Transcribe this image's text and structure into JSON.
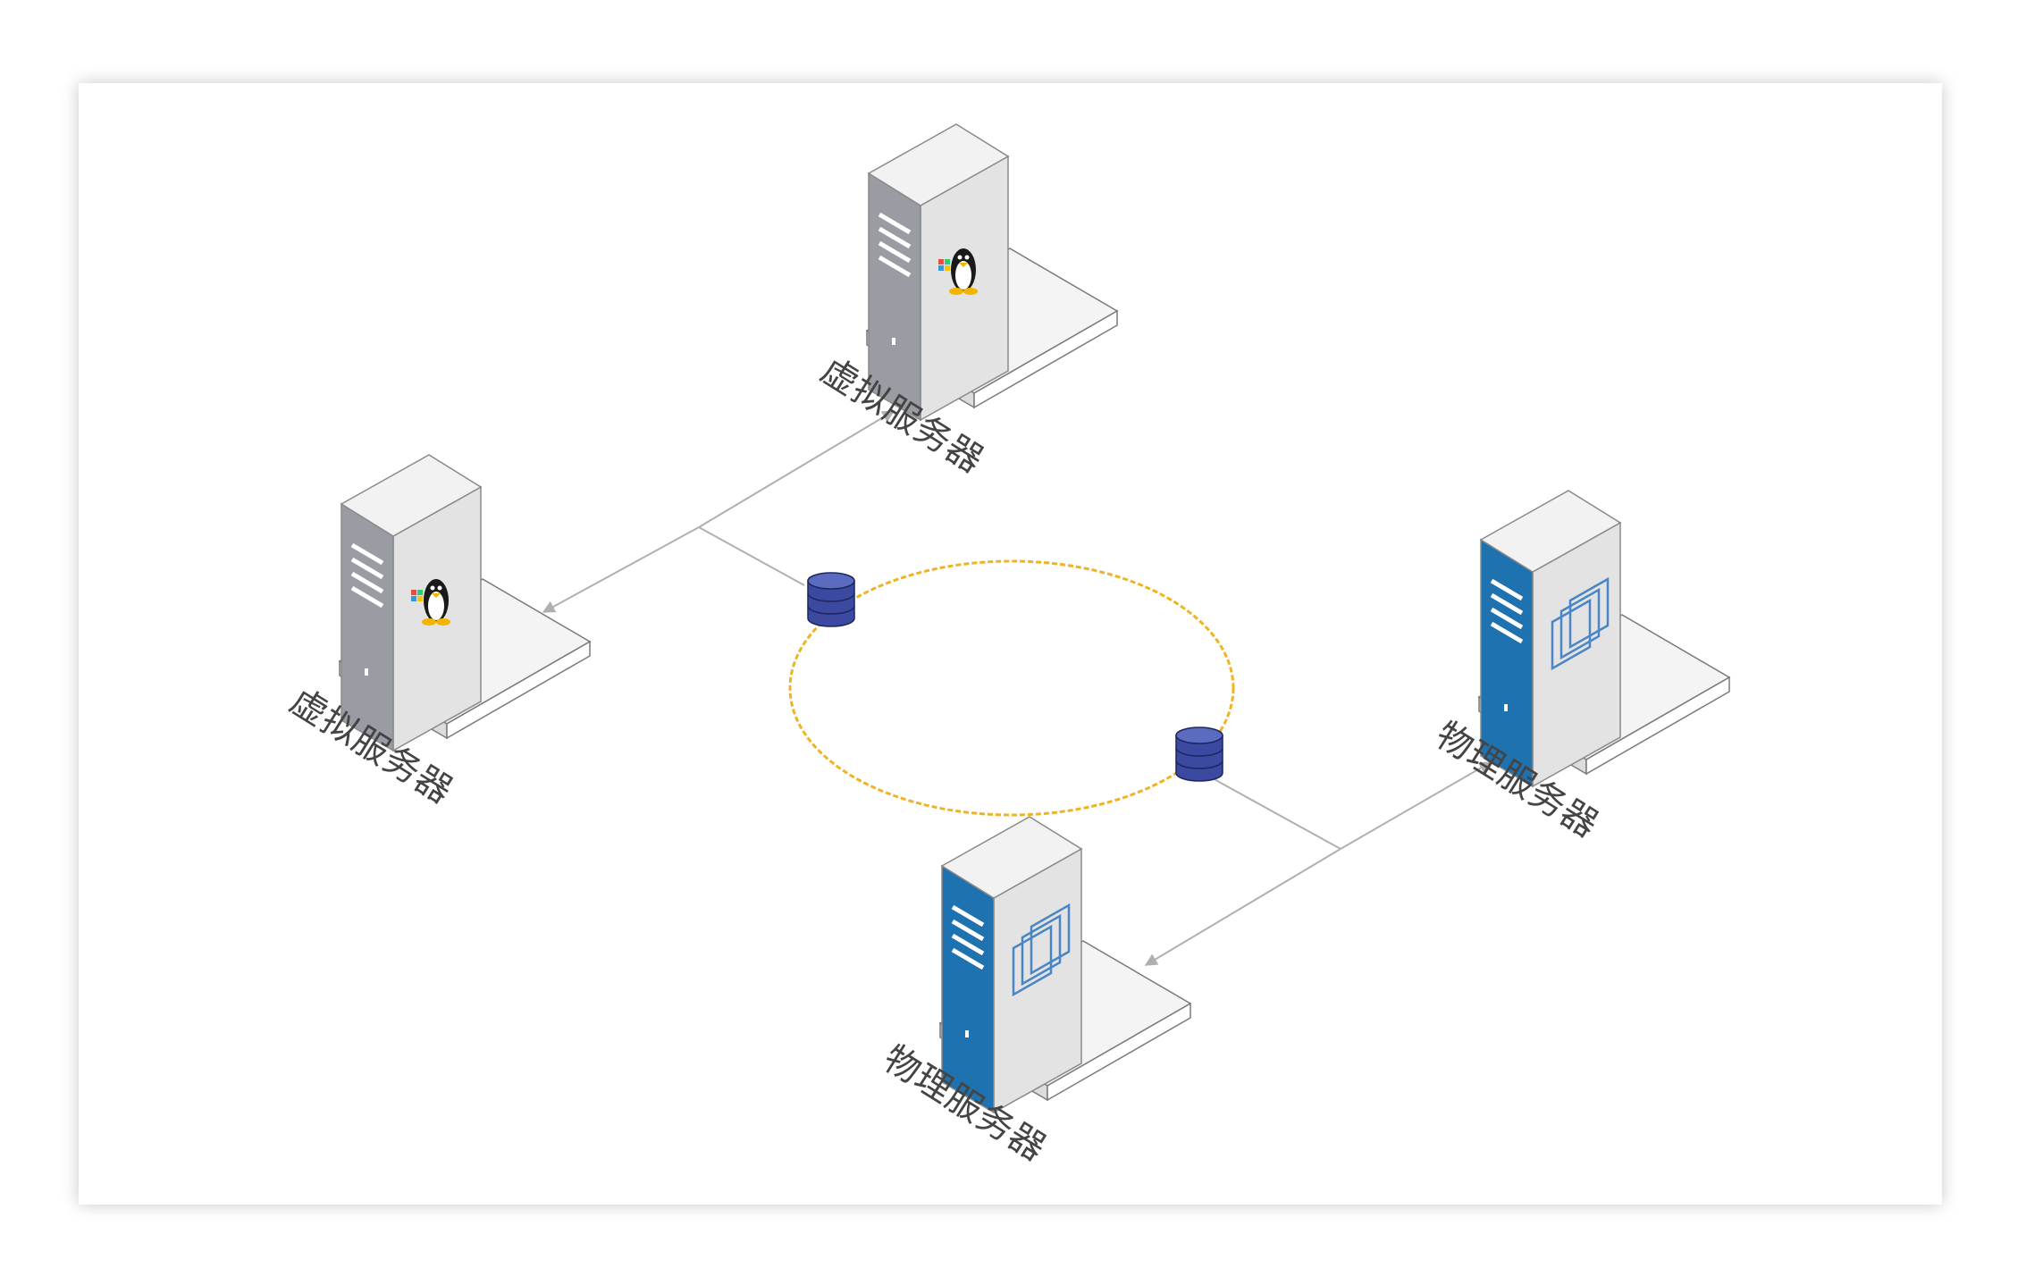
{
  "diagram": {
    "nodes": [
      {
        "id": "virtual-top",
        "label": "虚拟服务器",
        "kind": "virtual",
        "icon": "linux-windows-icon"
      },
      {
        "id": "virtual-left",
        "label": "虚拟服务器",
        "kind": "virtual",
        "icon": "linux-windows-icon"
      },
      {
        "id": "physical-right",
        "label": "物理服务器",
        "kind": "physical",
        "icon": "vmware-icon"
      },
      {
        "id": "physical-bottom",
        "label": "物理服务器",
        "kind": "physical",
        "icon": "vmware-icon"
      }
    ],
    "ring": {
      "icon": "database-icon",
      "count": 2
    },
    "colors": {
      "virtual_front": "#9a9ca4",
      "physical_front": "#1f72b0",
      "side_face": "#e3e3e3",
      "top_face": "#f2f2f2",
      "ring": "#f0b323",
      "database": "#3b4aa0",
      "connector": "#b0b0b0"
    }
  }
}
